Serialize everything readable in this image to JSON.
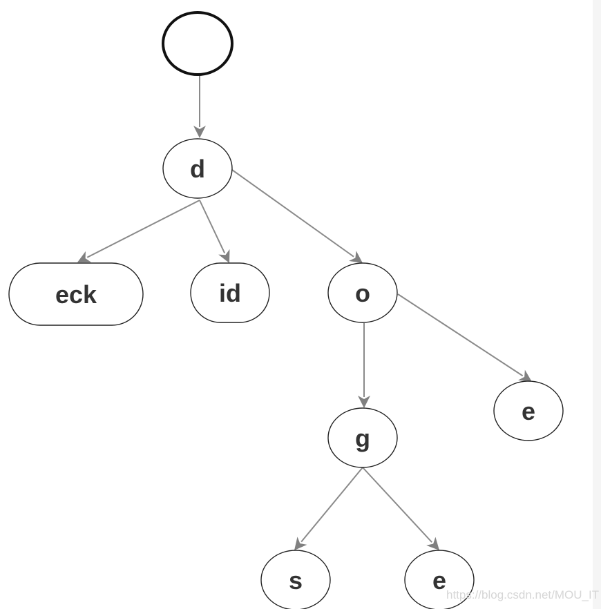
{
  "diagram": {
    "type": "trie",
    "nodes": [
      {
        "id": "root",
        "label": ""
      },
      {
        "id": "n_d",
        "label": "d"
      },
      {
        "id": "n_eck",
        "label": "eck"
      },
      {
        "id": "n_id",
        "label": "id"
      },
      {
        "id": "n_o",
        "label": "o"
      },
      {
        "id": "n_g",
        "label": "g"
      },
      {
        "id": "n_e1",
        "label": "e"
      },
      {
        "id": "n_s",
        "label": "s"
      },
      {
        "id": "n_e2",
        "label": "e"
      }
    ],
    "edges": [
      {
        "from": "root",
        "to": "n_d"
      },
      {
        "from": "n_d",
        "to": "n_eck"
      },
      {
        "from": "n_d",
        "to": "n_id"
      },
      {
        "from": "n_d",
        "to": "n_o"
      },
      {
        "from": "n_o",
        "to": "n_g"
      },
      {
        "from": "n_o",
        "to": "n_e1"
      },
      {
        "from": "n_g",
        "to": "n_s"
      },
      {
        "from": "n_g",
        "to": "n_e2"
      }
    ],
    "colors": {
      "edge": "#8a8a8a",
      "arrow": "#808080",
      "node_stroke": "#222222",
      "label": "#333333"
    }
  },
  "watermark": "https://blog.csdn.net/MOU_IT"
}
